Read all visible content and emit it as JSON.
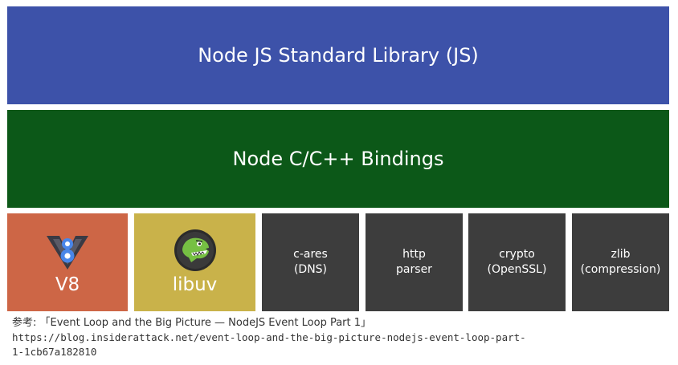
{
  "layers": {
    "standard_library": "Node JS Standard Library (JS)",
    "bindings": "Node C/C++ Bindings"
  },
  "components": {
    "v8": "V8",
    "libuv": "libuv",
    "cares": [
      "c-ares",
      "(DNS)"
    ],
    "http": [
      "http",
      "parser"
    ],
    "crypto": [
      "crypto",
      "(OpenSSL)"
    ],
    "zlib": [
      "zlib",
      "(compression)"
    ]
  },
  "colors": {
    "standard_library": "#3d52a9",
    "bindings": "#0c5818",
    "v8": "#cd6646",
    "libuv": "#c9b24a",
    "dark_box": "#3d3d3d"
  },
  "icons": {
    "v8": "v8-logo-icon",
    "libuv": "libuv-dinosaur-icon"
  },
  "caption": {
    "reference": "参考: 「Event Loop and the Big Picture — NodeJS Event Loop Part 1」",
    "url_line1": "https://blog.insiderattack.net/event-loop-and-the-big-picture-nodejs-event-loop-part-",
    "url_line2": "1-1cb67a182810"
  }
}
